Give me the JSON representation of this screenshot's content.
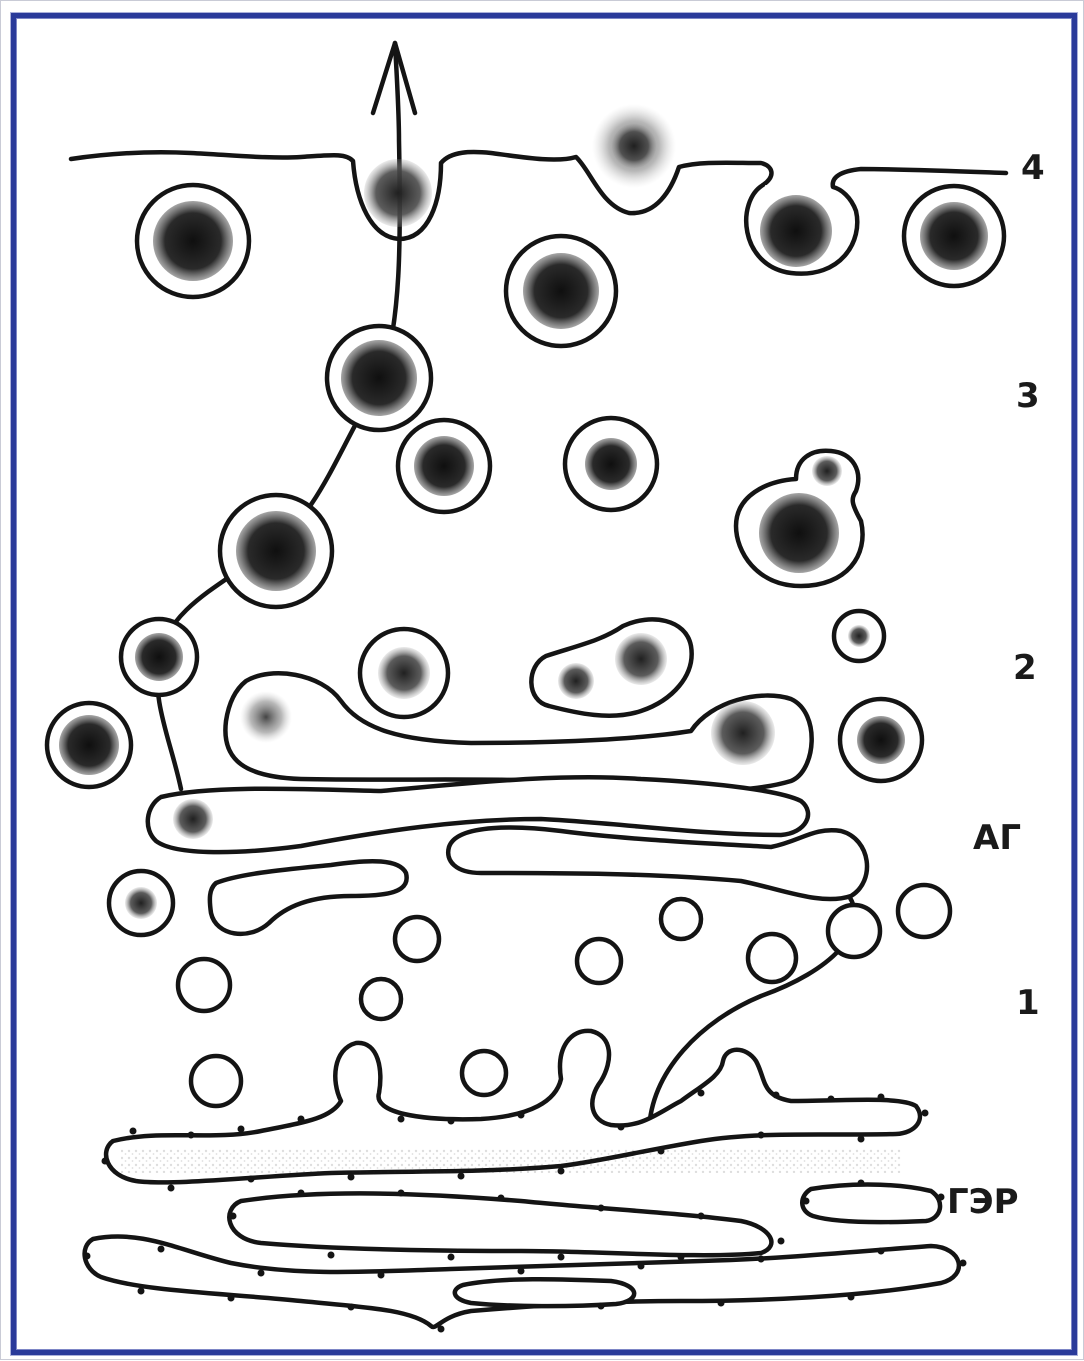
{
  "labels": {
    "stage_4": "4",
    "stage_3": "3",
    "stage_2": "2",
    "golgi": "АГ",
    "stage_1": "1",
    "rough_er": "ГЭР"
  },
  "colors": {
    "border": "#2a3a9a",
    "ink": "#141414",
    "background": "#ffffff"
  }
}
